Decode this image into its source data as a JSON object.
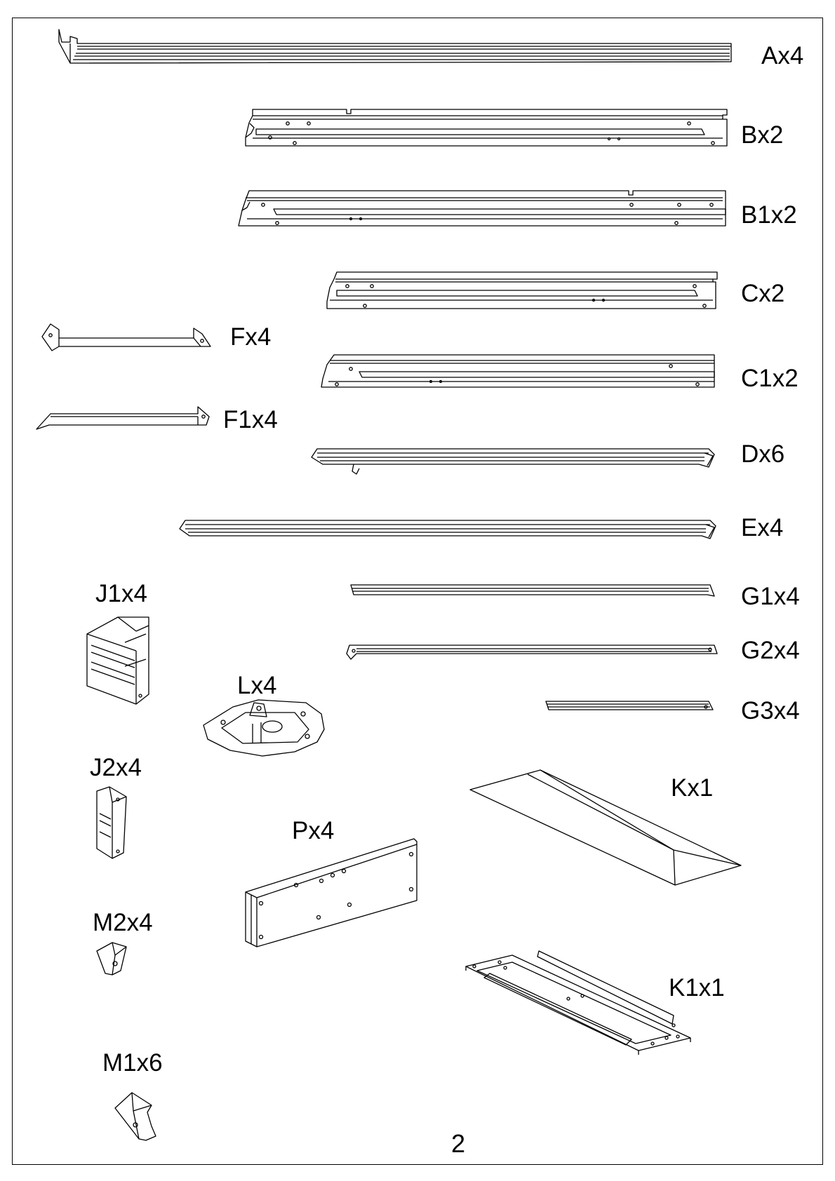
{
  "parts": {
    "A": "Ax4",
    "B": "Bx2",
    "B1": "B1x2",
    "C": "Cx2",
    "F": "Fx4",
    "C1": "C1x2",
    "F1": "F1x4",
    "D": "Dx6",
    "E": "Ex4",
    "J1": "J1x4",
    "G1": "G1x4",
    "G2": "G2x4",
    "L": "Lx4",
    "G3": "G3x4",
    "J2": "J2x4",
    "K": "Kx1",
    "P": "Px4",
    "M2": "M2x4",
    "K1": "K1x1",
    "M1": "M1x6"
  },
  "page_number": "2"
}
